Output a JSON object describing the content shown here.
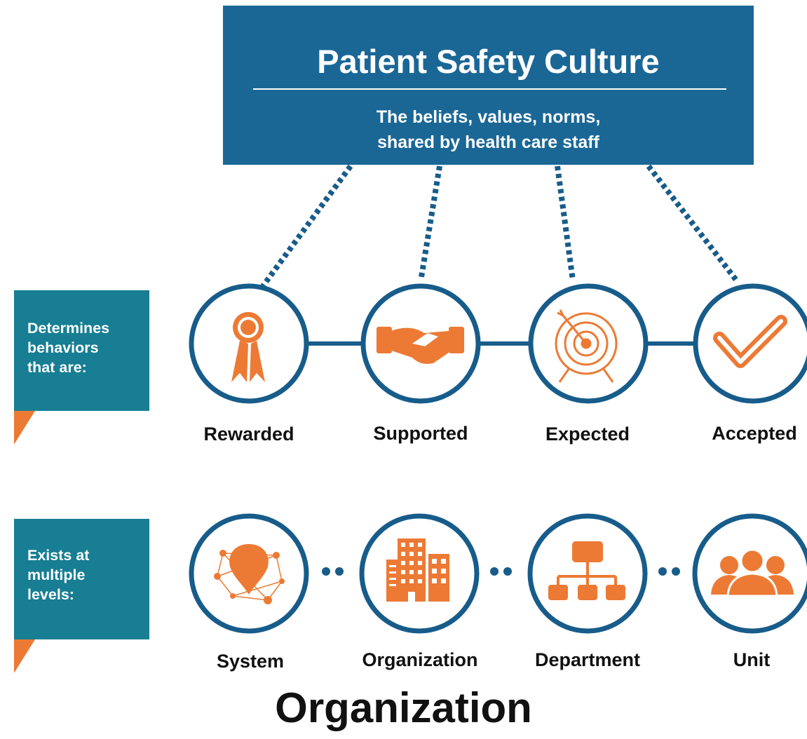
{
  "header": {
    "title": "Patient Safety Culture",
    "subtitle_line1": "The beliefs, values, norms,",
    "subtitle_line2": "shared by health care staff"
  },
  "callouts": [
    {
      "lines": [
        "Determines",
        "behaviors",
        "that are:"
      ]
    },
    {
      "lines": [
        "Exists at",
        "multiple",
        "levels:"
      ]
    }
  ],
  "behaviors": [
    {
      "label": "Rewarded",
      "icon": "ribbon-award-icon"
    },
    {
      "label": "Supported",
      "icon": "handshake-icon"
    },
    {
      "label": "Expected",
      "icon": "target-arrow-icon"
    },
    {
      "label": "Accepted",
      "icon": "checkmark-icon"
    }
  ],
  "levels": [
    {
      "label": "System",
      "icon": "network-location-pin-icon"
    },
    {
      "label": "Organization",
      "icon": "office-buildings-icon"
    },
    {
      "label": "Department",
      "icon": "org-chart-icon"
    },
    {
      "label": "Unit",
      "icon": "people-group-icon"
    }
  ],
  "footer": {
    "title": "Organization"
  },
  "colors": {
    "header_blue": "#1a6796",
    "callout_teal": "#177e93",
    "accent_orange": "#ec7a35",
    "connector_blue": "#175c8a"
  }
}
